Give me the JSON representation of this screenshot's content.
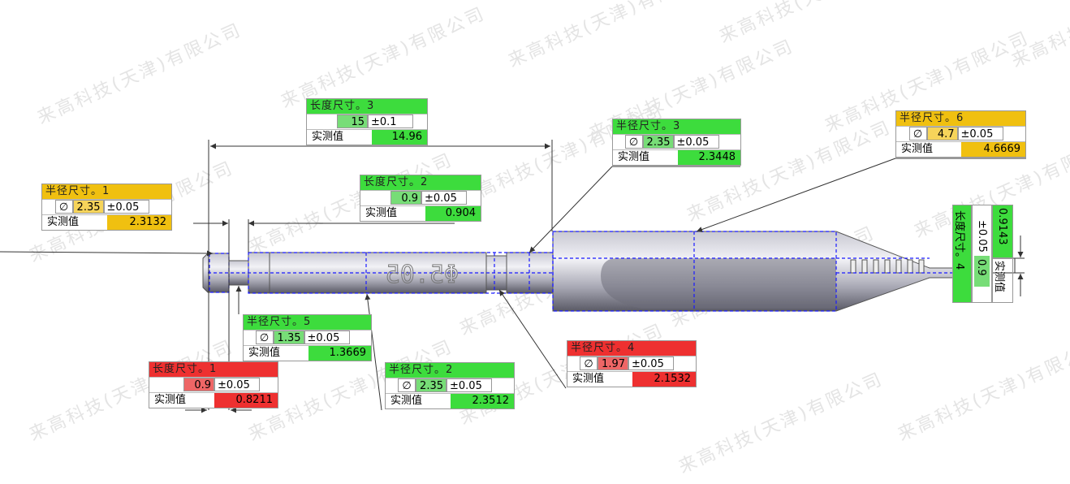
{
  "watermark": "来高科技(天津)有限公司",
  "part_engraving": "Φ5.05",
  "colors": {
    "pass": "#3ddc3d",
    "pass_light": "#77dd77",
    "warn": "#f0c010",
    "warn_light": "#f6d45a",
    "fail": "#ee3030",
    "fail_light": "#ee6666"
  },
  "annotations": [
    {
      "id": "length-3",
      "title": "长度尺寸。3",
      "symbol": "",
      "nominal": "15",
      "tolerance": "±0.1",
      "measured_label": "实测值",
      "measured": "14.96",
      "status": "pass"
    },
    {
      "id": "radius-1",
      "title": "半径尺寸。1",
      "symbol": "∅",
      "nominal": "2.35",
      "tolerance": "±0.05",
      "measured_label": "实测值",
      "measured": "2.3132",
      "status": "warn"
    },
    {
      "id": "length-2",
      "title": "长度尺寸。2",
      "symbol": "",
      "nominal": "0.9",
      "tolerance": "±0.05",
      "measured_label": "实测值",
      "measured": "0.904",
      "status": "pass"
    },
    {
      "id": "radius-3",
      "title": "半径尺寸。3",
      "symbol": "∅",
      "nominal": "2.35",
      "tolerance": "±0.05",
      "measured_label": "实测值",
      "measured": "2.3448",
      "status": "pass"
    },
    {
      "id": "radius-6",
      "title": "半径尺寸。6",
      "symbol": "∅",
      "nominal": "4.7",
      "tolerance": "±0.05",
      "measured_label": "实测值",
      "measured": "4.6669",
      "status": "warn"
    },
    {
      "id": "radius-5",
      "title": "半径尺寸。5",
      "symbol": "∅",
      "nominal": "1.35",
      "tolerance": "±0.05",
      "measured_label": "实测值",
      "measured": "1.3669",
      "status": "pass"
    },
    {
      "id": "length-1",
      "title": "长度尺寸。1",
      "symbol": "",
      "nominal": "0.9",
      "tolerance": "±0.05",
      "measured_label": "实测值",
      "measured": "0.8211",
      "status": "fail"
    },
    {
      "id": "radius-2",
      "title": "半径尺寸。2",
      "symbol": "∅",
      "nominal": "2.35",
      "tolerance": "±0.05",
      "measured_label": "实测值",
      "measured": "2.3512",
      "status": "pass"
    },
    {
      "id": "radius-4",
      "title": "半径尺寸。4",
      "symbol": "∅",
      "nominal": "1.97",
      "tolerance": "±0.05",
      "measured_label": "实测值",
      "measured": "2.1532",
      "status": "fail"
    }
  ],
  "vertical_annotation": {
    "title": "长度尺寸。4",
    "nominal": "0.9",
    "tolerance": "±0.05",
    "measured_label": "实测值",
    "measured": "0.9143",
    "status": "pass"
  }
}
